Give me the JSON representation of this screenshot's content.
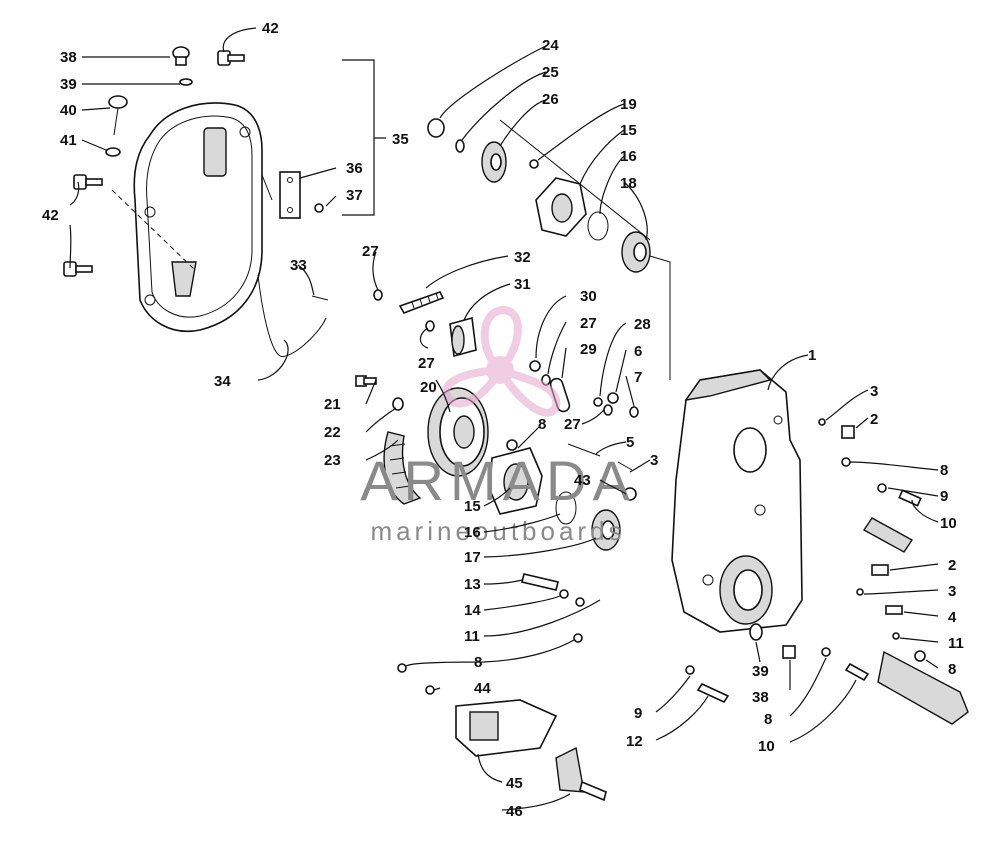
{
  "watermark": {
    "brand": "ARMADA",
    "tagline": "marineoutboards",
    "logo_color": "#e6a6cf"
  },
  "callouts": {
    "n1": "1",
    "n2a": "2",
    "n2b": "2",
    "n3a": "3",
    "n3b": "3",
    "n3c": "3",
    "n4": "4",
    "n5": "5",
    "n6": "6",
    "n7": "7",
    "n8a": "8",
    "n8b": "8",
    "n8c": "8",
    "n8d": "8",
    "n8e": "8",
    "n9a": "9",
    "n9b": "9",
    "n10a": "10",
    "n10b": "10",
    "n11a": "11",
    "n11b": "11",
    "n12": "12",
    "n13": "13",
    "n14": "14",
    "n15a": "15",
    "n15b": "15",
    "n16a": "16",
    "n16b": "16",
    "n17": "17",
    "n18": "18",
    "n19": "19",
    "n20": "20",
    "n21": "21",
    "n22": "22",
    "n23": "23",
    "n24": "24",
    "n25": "25",
    "n26": "26",
    "n27a": "27",
    "n27b": "27",
    "n27c": "27",
    "n27d": "27",
    "n28": "28",
    "n29": "29",
    "n30": "30",
    "n31": "31",
    "n32": "32",
    "n33": "33",
    "n34": "34",
    "n35": "35",
    "n36": "36",
    "n37": "37",
    "n38a": "38",
    "n38b": "38",
    "n39a": "39",
    "n39b": "39",
    "n40": "40",
    "n41": "41",
    "n42a": "42",
    "n42b": "42",
    "n43": "43",
    "n44": "44",
    "n45": "45",
    "n46": "46"
  }
}
